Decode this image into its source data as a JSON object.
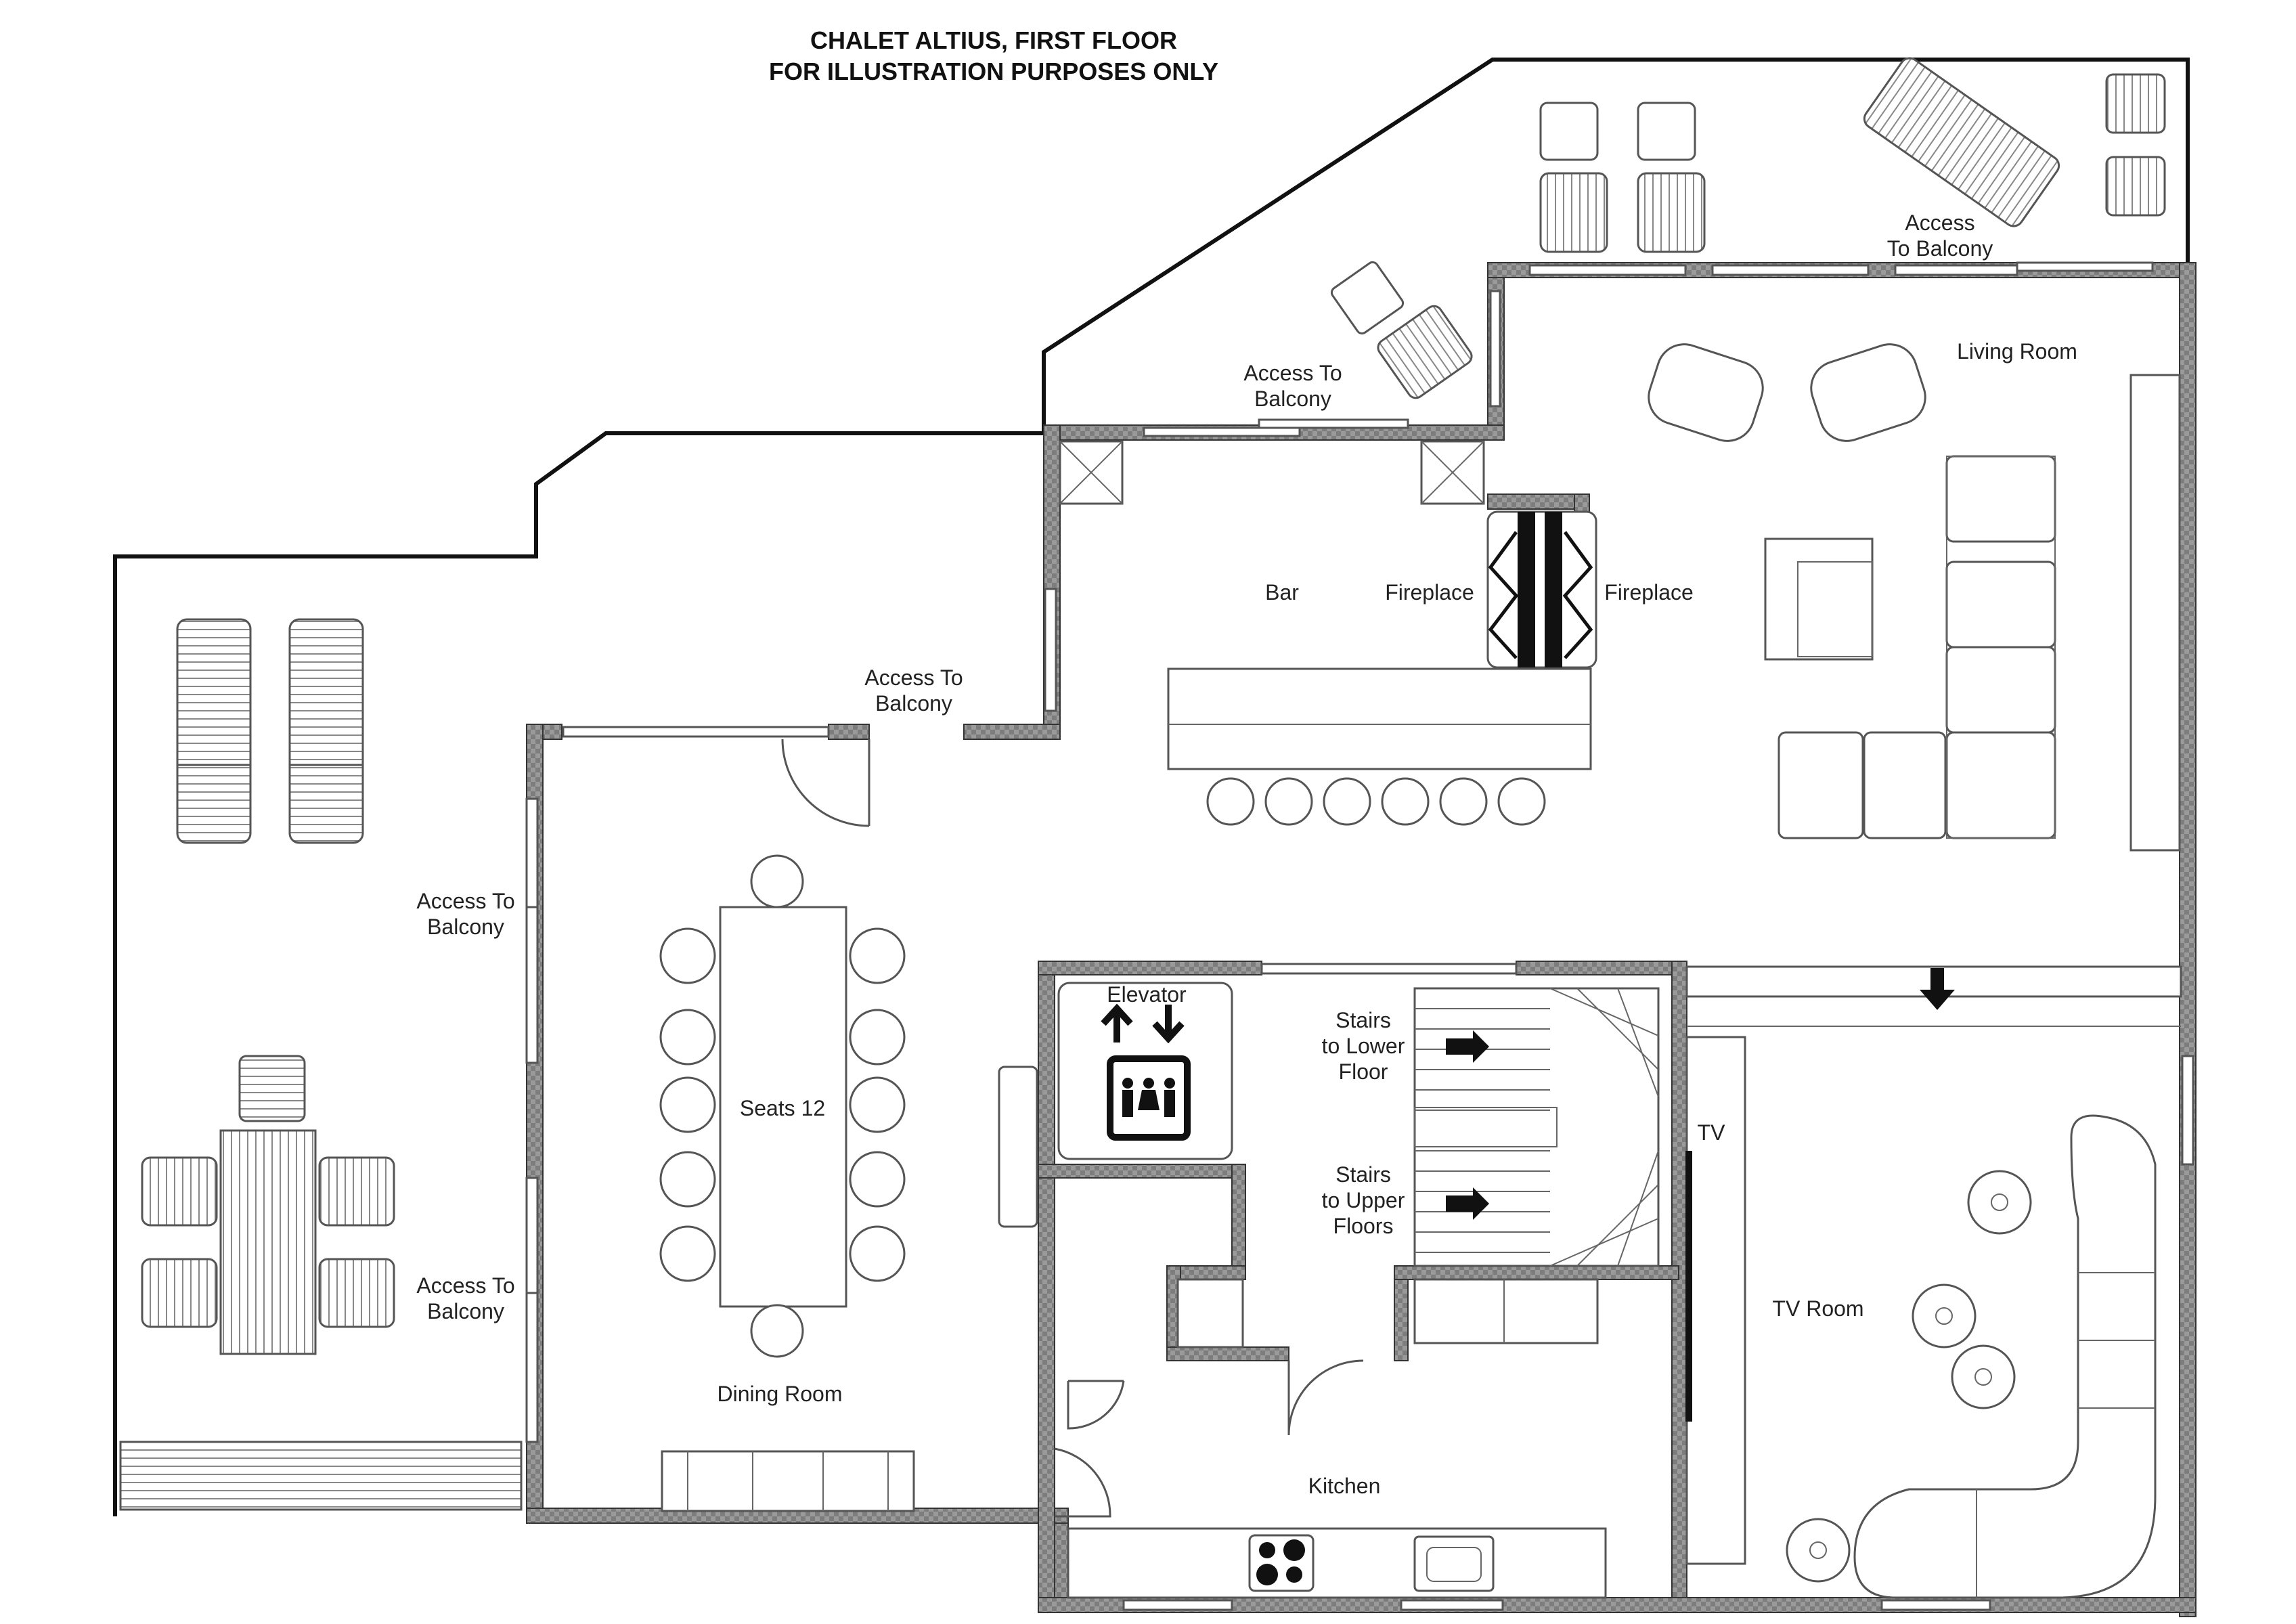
{
  "title": {
    "line1": "CHALET ALTIUS, FIRST FLOOR",
    "line2": "FOR ILLUSTRATION PURPOSES ONLY"
  },
  "rooms": {
    "living_room": "Living Room",
    "bar": "Bar",
    "fireplace_left": "Fireplace",
    "fireplace_right": "Fireplace",
    "dining_room": "Dining Room",
    "seats": "Seats 12",
    "elevator": "Elevator",
    "kitchen": "Kitchen",
    "tv_room": "TV Room",
    "tv": "TV"
  },
  "balcony_access": {
    "top_right_l1": "Access",
    "top_right_l2": "To Balcony",
    "top_mid_l1": "Access To",
    "top_mid_l2": "Balcony",
    "mid_l1": "Access To",
    "mid_l2": "Balcony",
    "left_upper_l1": "Access To",
    "left_upper_l2": "Balcony",
    "left_lower_l1": "Access To",
    "left_lower_l2": "Balcony"
  },
  "stairs": {
    "lower_l1": "Stairs",
    "lower_l2": "to Lower",
    "lower_l3": "Floor",
    "upper_l1": "Stairs",
    "upper_l2": "to Upper",
    "upper_l3": "Floors"
  },
  "colors": {
    "wall": "#8a8a8a",
    "outline": "#111111",
    "furniture": "#555555"
  }
}
